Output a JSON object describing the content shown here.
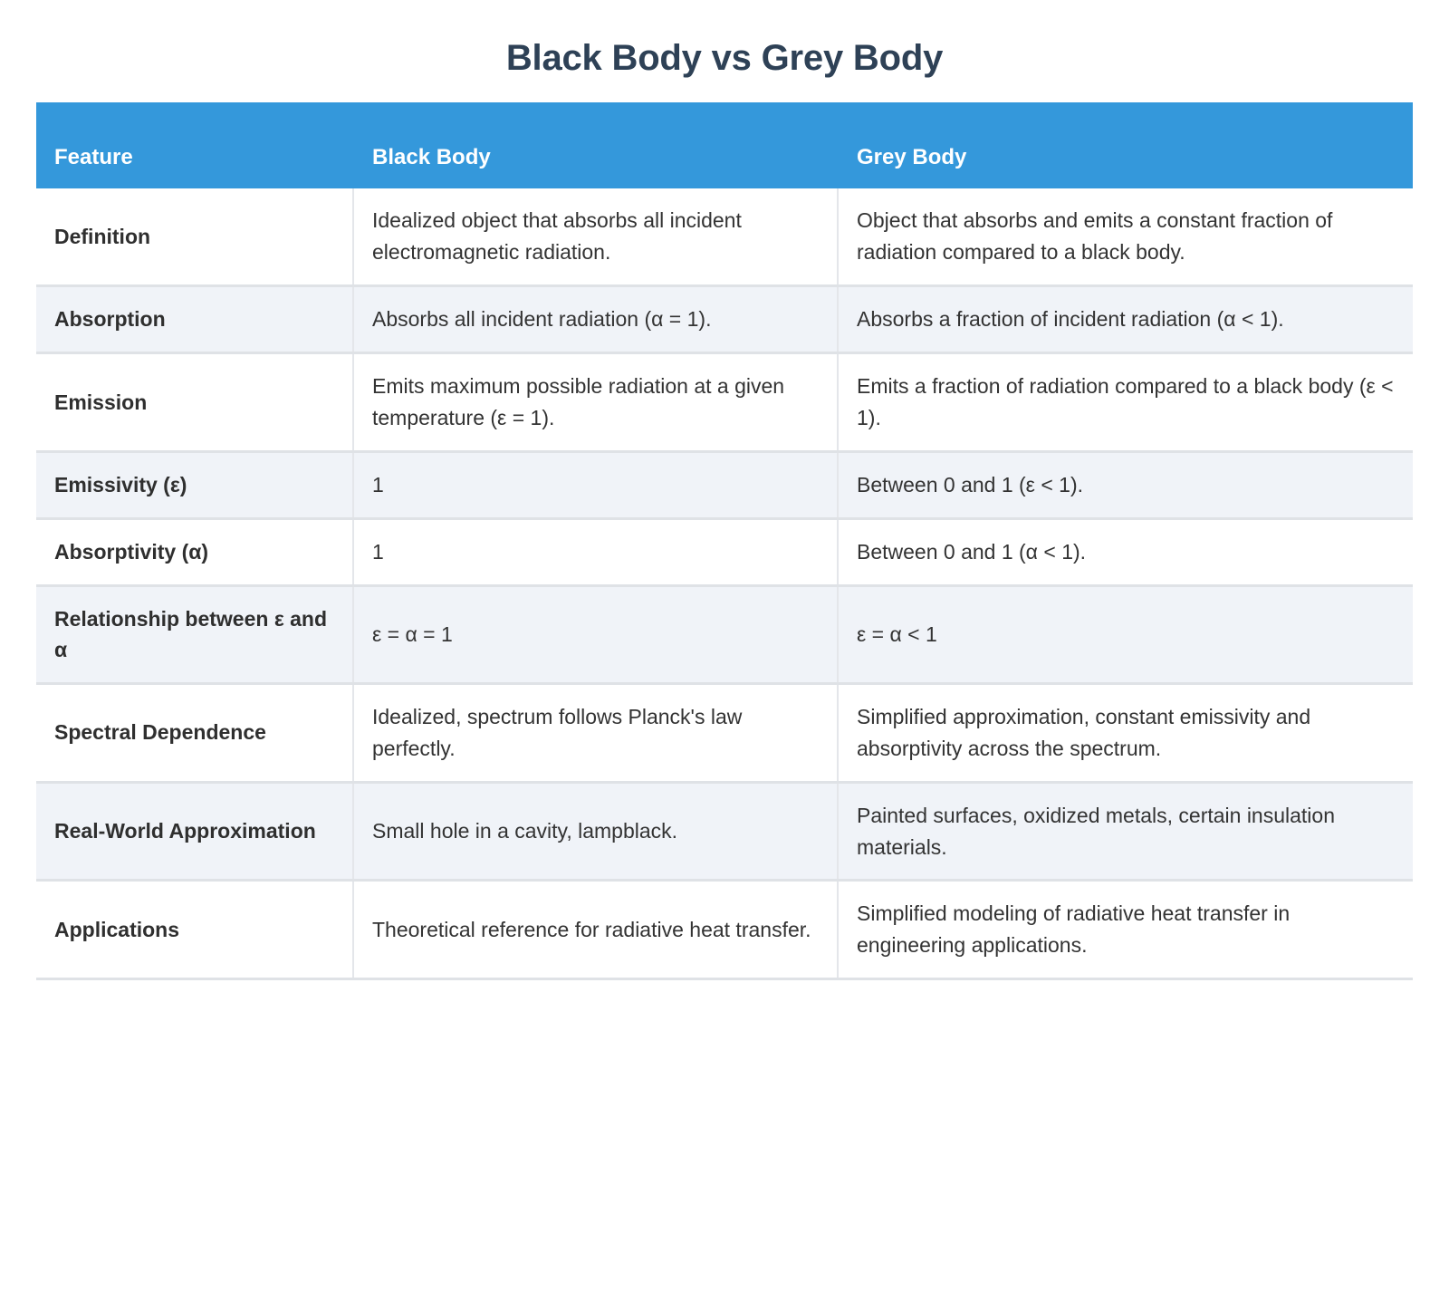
{
  "title": "Black Body vs Grey Body",
  "colors": {
    "header_bg": "#3498db",
    "header_text": "#ffffff",
    "title_text": "#2e4156",
    "alt_row_bg": "#f0f3f8",
    "row_bg": "#ffffff",
    "border": "#dfe2e6",
    "body_text": "#333333"
  },
  "table": {
    "columns": [
      "Feature",
      "Black Body",
      "Grey Body"
    ],
    "rows": [
      {
        "feature": "Definition",
        "black_body": "Idealized object that absorbs all incident electromagnetic radiation.",
        "grey_body": "Object that absorbs and emits a constant fraction of radiation compared to a black body."
      },
      {
        "feature": "Absorption",
        "black_body": "Absorbs all incident radiation (α = 1).",
        "grey_body": "Absorbs a fraction of incident radiation (α < 1)."
      },
      {
        "feature": "Emission",
        "black_body": "Emits maximum possible radiation at a given temperature (ε = 1).",
        "grey_body": "Emits a fraction of radiation compared to a black body (ε < 1)."
      },
      {
        "feature": "Emissivity (ε)",
        "black_body": "1",
        "grey_body": "Between 0 and 1 (ε < 1)."
      },
      {
        "feature": "Absorptivity (α)",
        "black_body": "1",
        "grey_body": "Between 0 and 1 (α < 1)."
      },
      {
        "feature": "Relationship between ε and α",
        "black_body": "ε = α = 1",
        "grey_body": "ε = α < 1"
      },
      {
        "feature": "Spectral Dependence",
        "black_body": "Idealized, spectrum follows Planck's law perfectly.",
        "grey_body": "Simplified approximation, constant emissivity and absorptivity across the spectrum."
      },
      {
        "feature": "Real-World Approximation",
        "black_body": "Small hole in a cavity, lampblack.",
        "grey_body": "Painted surfaces, oxidized metals, certain insulation materials."
      },
      {
        "feature": "Applications",
        "black_body": "Theoretical reference for radiative heat transfer.",
        "grey_body": "Simplified modeling of radiative heat transfer in engineering applications."
      }
    ]
  }
}
